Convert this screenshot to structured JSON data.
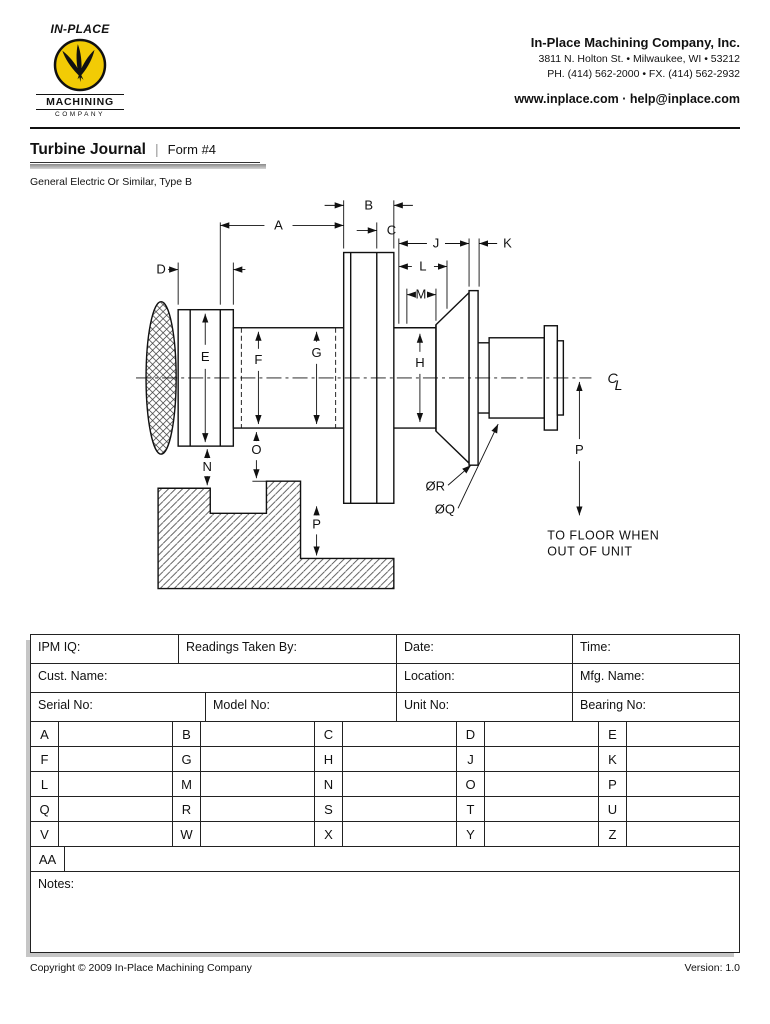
{
  "header": {
    "logo": {
      "top": "IN-PLACE",
      "machining": "MACHINING",
      "company": "COMPANY"
    },
    "company_name": "In-Place Machining Company, Inc.",
    "address_line": "3811 N. Holton St.  •  Milwaukee, WI  •  53212",
    "phone_line": "PH. (414) 562-2000  •  FX. (414) 562-2932",
    "web_line": "www.inplace.com · help@inplace.com",
    "logo_color": "#F2CB05"
  },
  "title": {
    "main": "Turbine Journal",
    "separator": "|",
    "form_number": "Form #4",
    "subtitle": "General Electric Or Similar, Type B"
  },
  "diagram": {
    "labels": {
      "a": "A",
      "b": "B",
      "c": "C",
      "d": "D",
      "e": "E",
      "f": "F",
      "g": "G",
      "h": "H",
      "j": "J",
      "k": "K",
      "l": "L",
      "m": "M",
      "n": "N",
      "o": "O",
      "p": "P",
      "q_dia": "ØQ",
      "r_dia": "ØR"
    },
    "centerline": {
      "c": "C",
      "l": "L"
    },
    "floor_note_line1": "TO FLOOR WHEN",
    "floor_note_line2": "OUT OF UNIT"
  },
  "form": {
    "header_row1": [
      "IPM IQ:",
      "Readings Taken By:",
      "Date:",
      "Time:"
    ],
    "header_row2": [
      "Cust. Name:",
      "Location:",
      "Mfg. Name:"
    ],
    "header_row3": [
      "Serial No:",
      "Model No:",
      "Unit No:",
      "Bearing No:"
    ],
    "letter_rows": [
      [
        "A",
        "B",
        "C",
        "D",
        "E"
      ],
      [
        "F",
        "G",
        "H",
        "J",
        "K"
      ],
      [
        "L",
        "M",
        "N",
        "O",
        "P"
      ],
      [
        "Q",
        "R",
        "S",
        "T",
        "U"
      ],
      [
        "V",
        "W",
        "X",
        "Y",
        "Z"
      ]
    ],
    "extra_row_label": "AA",
    "notes_label": "Notes:"
  },
  "footer": {
    "copyright": "Copyright © 2009 In-Place Machining Company",
    "version": "Version:  1.0"
  }
}
